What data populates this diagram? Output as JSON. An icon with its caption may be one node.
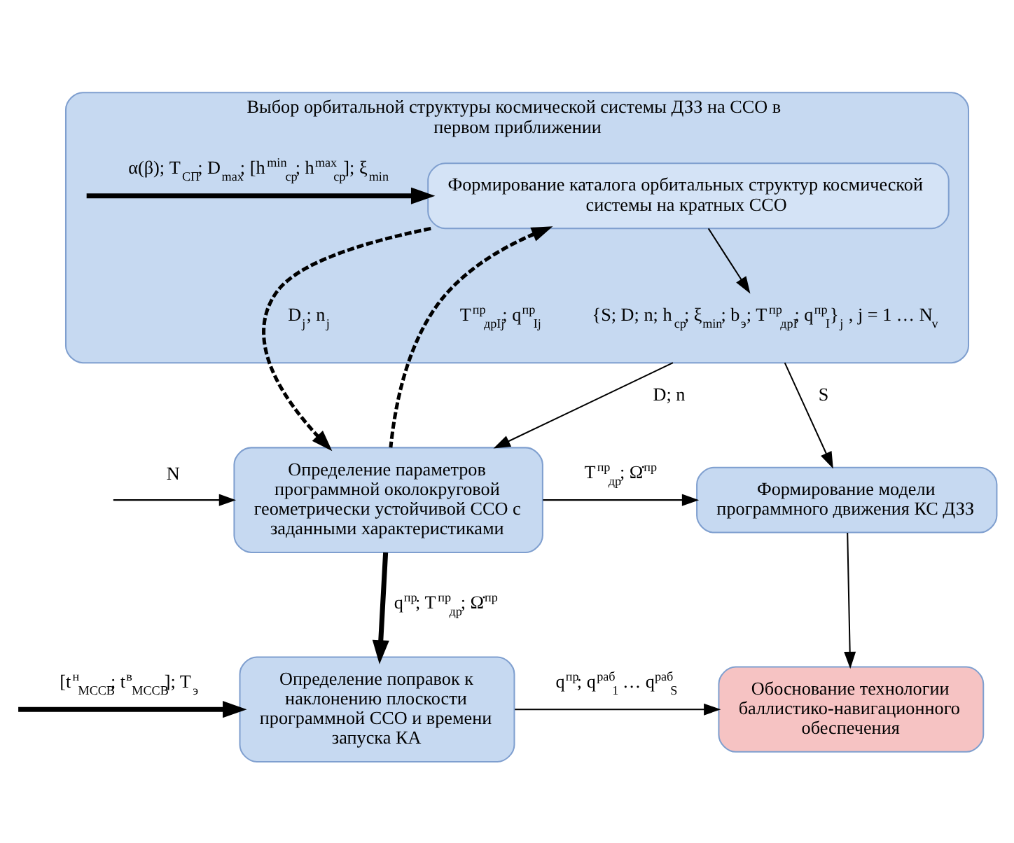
{
  "diagram": {
    "nodes": [
      {
        "text": [
          "Выбор орбитальной структуры космической системы ДЗЗ на ССО в первом приближении"
        ]
      },
      {
        "text": [
          "Формирование каталога орбитальных структур космической системы на кратных ССО"
        ],
        "in": 0
      },
      {
        "text": [
          "{S; D; n; h$_{ср}$; ξ$_{min}$; b$_{э}$; T$^{пр}$$_{дрI}$; q$^{пр}$$_{I}$}$_{j}$ , j = 1 … N$_{v}$"
        ],
        "in": 0
      },
      {
        "text": [
          "Определение параметров программной околокруговой геометрически устойчивой ССО с заданными характеристиками"
        ]
      },
      {
        "text": [
          "Формирование модели программного движения КС ДЗЗ"
        ]
      },
      {
        "text": [
          "Определение поправок к наклонению плоскости программной ССО и времени запуска КА"
        ]
      },
      {
        "text": [
          "Обоснование технологии баллистико-навигационного обеспечения"
        ]
      }
    ],
    "edges": [
      {
        "from": null,
        "to": 1,
        "arrow": "to",
        "label": "α(β); T$_{СП}$; D$_{max}$; [h$^{min}$$_{ср}$; h$^{max}$$_{ср}$]; ξ$_{min}$",
        "style": "thick"
      },
      {
        "from": 1,
        "to": 2,
        "arrow": "to"
      },
      {
        "from": 1,
        "to": 3,
        "arrow": "to",
        "label": "D$_{j}$; n$_{j}$",
        "style": "dashed"
      },
      {
        "from": 3,
        "to": 1,
        "arrow": "to",
        "label": "T$^{пр}$$_{дрIj}$; q$^{пр}$$_{Ij}$",
        "style": "dashed"
      },
      {
        "from": 0,
        "to": 3,
        "arrow": "to",
        "label": "D; n"
      },
      {
        "from": 0,
        "to": 4,
        "arrow": "to",
        "label": "S"
      },
      {
        "from": null,
        "to": 3,
        "arrow": "to",
        "label": "N"
      },
      {
        "from": 3,
        "to": 4,
        "arrow": "to",
        "label": "T$^{пр}$$_{др}$; Ω̇$^{пр}$"
      },
      {
        "from": 3,
        "to": 5,
        "arrow": "to",
        "label": "q$^{пр}$; T$^{пр}$$_{др}$; Ω̇$^{пр}$",
        "style": "thick"
      },
      {
        "from": 4,
        "to": 6,
        "arrow": "to"
      },
      {
        "from": null,
        "to": 5,
        "arrow": "to",
        "label": "[t$^{н}$$_{МССВ}$; t$^{в}$$_{МССВ}$]; T$_{э}$",
        "style": "thick"
      },
      {
        "from": 5,
        "to": 6,
        "arrow": "to",
        "label": "q$^{пр}$; q$^{раб}$$_{1}$ … q$^{раб}$$_{S}$"
      }
    ]
  }
}
